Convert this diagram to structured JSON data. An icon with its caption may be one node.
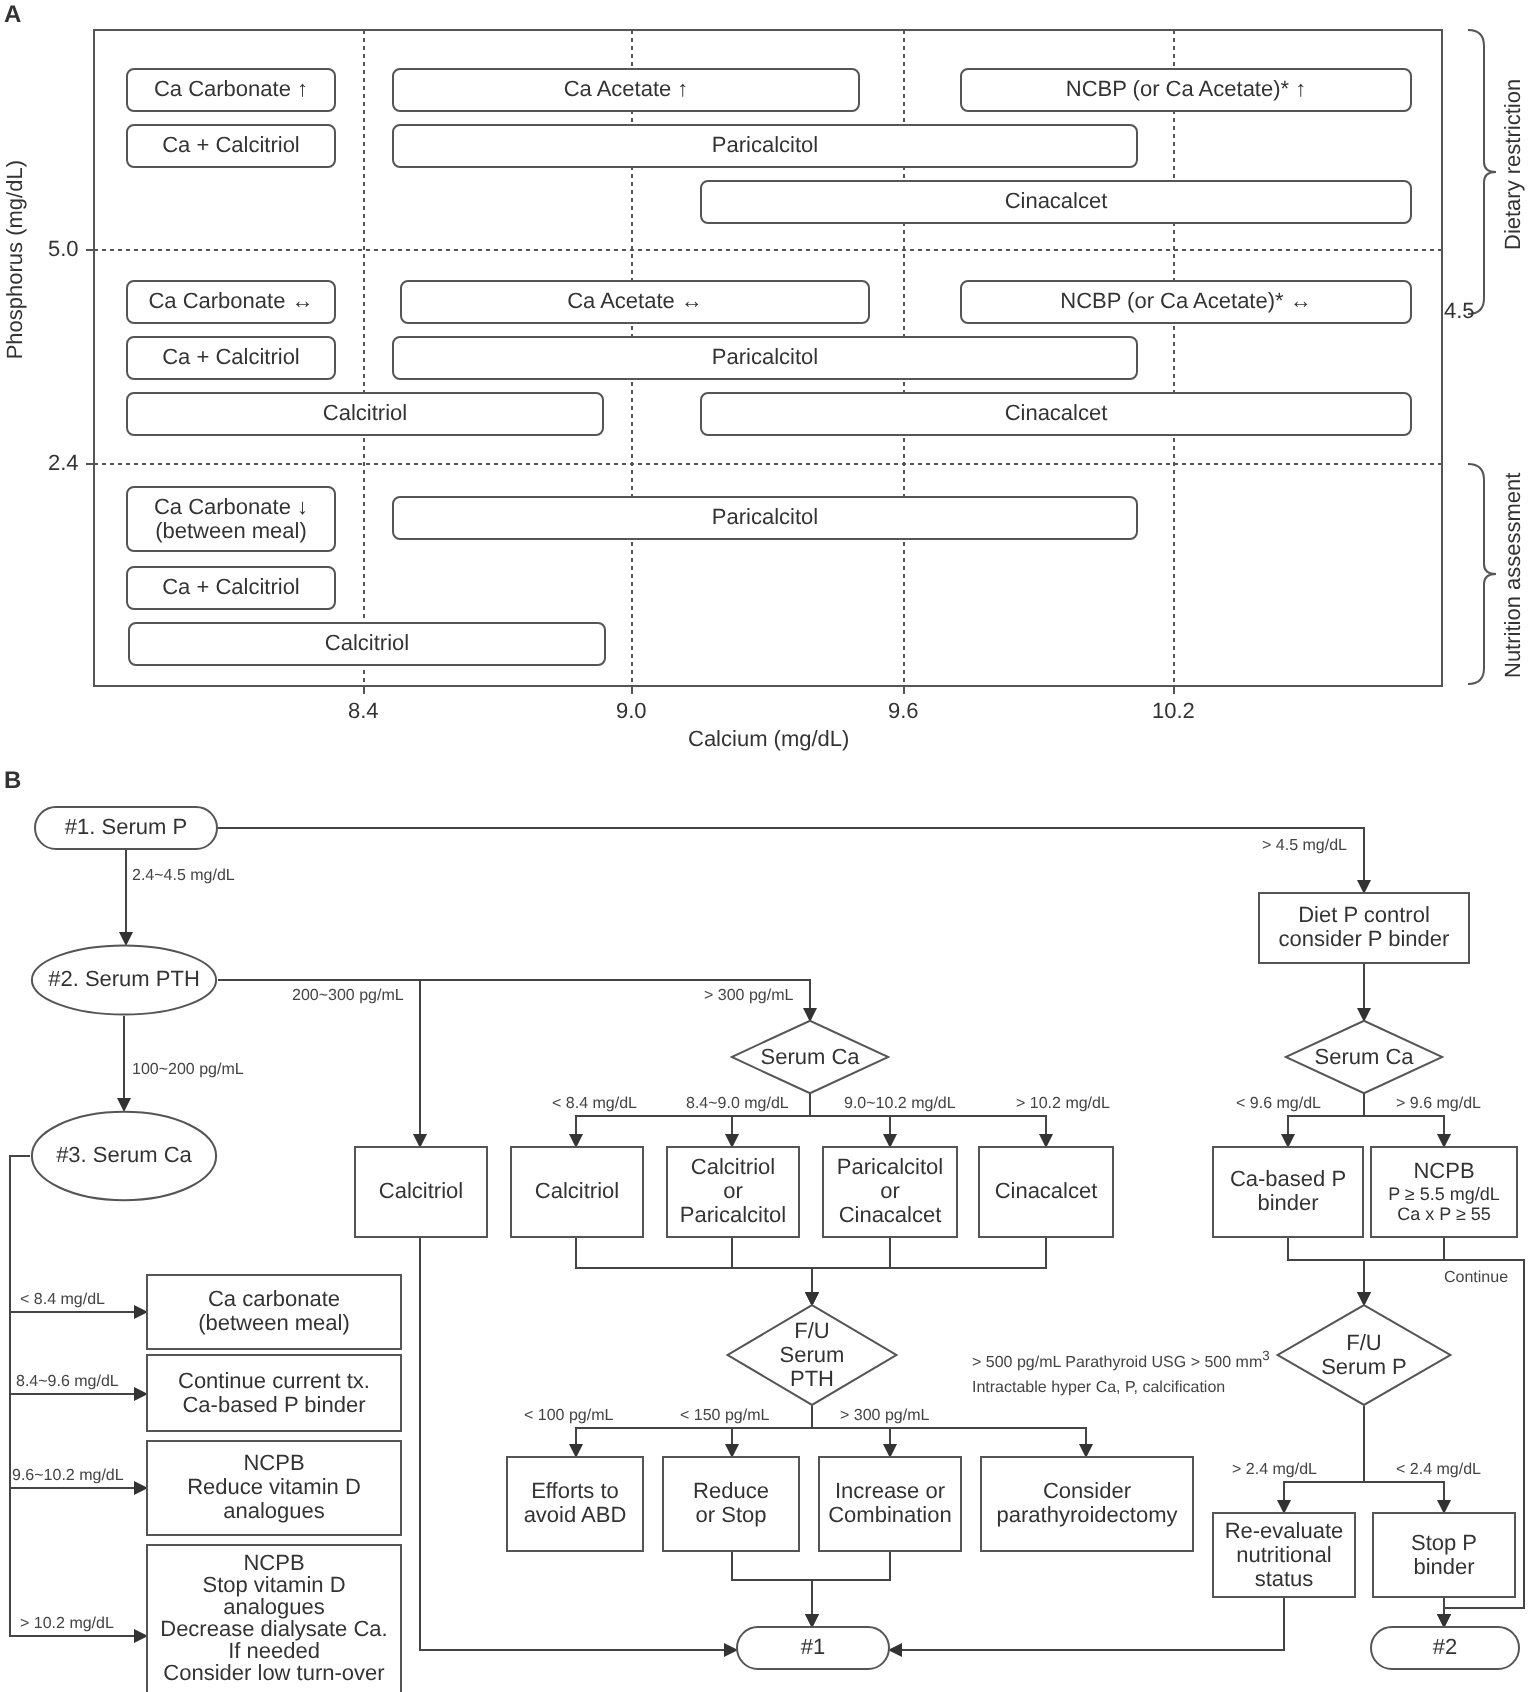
{
  "diagram": {
    "nodes": [
      {
        "text": [
          "Ca Carbonate ↑"
        ]
      },
      {
        "text": [
          "Ca Acetate ↑"
        ]
      },
      {
        "text": [
          "NCBP (or Ca Acetate)* ↑"
        ]
      },
      {
        "text": [
          "Ca + Calcitriol"
        ]
      },
      {
        "text": [
          "Paricalcitol"
        ]
      },
      {
        "text": [
          "Cinacalcet"
        ]
      },
      {
        "text": [
          "Ca Carbonate ↔"
        ]
      },
      {
        "text": [
          "Ca Acetate ↔"
        ]
      },
      {
        "text": [
          "NCBP (or Ca Acetate)* ↔"
        ]
      },
      {
        "text": [
          "Ca + Calcitriol"
        ]
      },
      {
        "text": [
          "Paricalcitol"
        ]
      },
      {
        "text": [
          "Calcitriol"
        ]
      },
      {
        "text": [
          "Cinacalcet"
        ]
      },
      {
        "text": [
          "Ca Carbonate ↓ (between meal)"
        ]
      },
      {
        "text": [
          "Paricalcitol"
        ]
      },
      {
        "text": [
          "Ca + Calcitriol"
        ]
      },
      {
        "text": [
          "Calcitriol"
        ]
      },
      {
        "text": [
          "#1. Serum P"
        ]
      },
      {
        "text": [
          "#2. Serum PTH"
        ]
      },
      {
        "text": [
          "#3. Serum Ca"
        ]
      },
      {
        "text": [
          "Diet P control consider P binder"
        ]
      },
      {
        "text": [
          "Serum Ca"
        ]
      },
      {
        "text": [
          "Serum Ca"
        ]
      },
      {
        "text": [
          "Calcitriol"
        ]
      },
      {
        "text": [
          "Calcitriol"
        ]
      },
      {
        "text": [
          "Calcitriol or Paricalcitol"
        ]
      },
      {
        "text": [
          "Paricalcitol or Cinacalcet"
        ]
      },
      {
        "text": [
          "Cinacalcet"
        ]
      },
      {
        "text": [
          "Ca-based P binder"
        ]
      },
      {
        "text": [
          "NCPB",
          "P ≥ 5.5 mg/dL",
          "Ca x P ≥ 55"
        ]
      },
      {
        "text": [
          "F/U Serum PTH"
        ]
      },
      {
        "text": [
          "F/U Serum P"
        ]
      },
      {
        "text": [
          "Ca carbonate (between meal)"
        ]
      },
      {
        "text": [
          "Continue current tx.",
          "Ca-based P binder"
        ]
      },
      {
        "text": [
          "NCPB",
          "Reduce vitamin D analogues"
        ]
      },
      {
        "text": [
          "NCPB",
          "Stop vitamin D analogues",
          "Decrease dialysate Ca.",
          "If needed",
          "Consider low turn-over"
        ]
      },
      {
        "text": [
          "Efforts to avoid ABD"
        ]
      },
      {
        "text": [
          "Reduce or Stop"
        ]
      },
      {
        "text": [
          "Increase or Combination"
        ]
      },
      {
        "text": [
          "Consider parathyroidectomy"
        ]
      },
      {
        "text": [
          "Re-evaluate nutritional status"
        ]
      },
      {
        "text": [
          "Stop P binder"
        ]
      },
      {
        "text": [
          "#1"
        ]
      },
      {
        "text": [
          "#2"
        ]
      }
    ],
    "edges": [
      {
        "from": 17,
        "to": 18,
        "arrow": "to",
        "label": "2.4~4.5 mg/dL"
      },
      {
        "from": 17,
        "to": 20,
        "arrow": "to",
        "label": "> 4.5 mg/dL"
      },
      {
        "from": 18,
        "to": 19,
        "arrow": "to",
        "label": "100~200 pg/mL"
      },
      {
        "from": 18,
        "to": 23,
        "arrow": "to",
        "label": "200~300 pg/mL"
      },
      {
        "from": 18,
        "to": 21,
        "arrow": "to",
        "label": "> 300 pg/mL"
      },
      {
        "from": 21,
        "to": 24,
        "arrow": "to",
        "label": "< 8.4 mg/dL"
      },
      {
        "from": 21,
        "to": 25,
        "arrow": "to",
        "label": "8.4~9.0 mg/dL"
      },
      {
        "from": 21,
        "to": 26,
        "arrow": "to",
        "label": "9.0~10.2 mg/dL"
      },
      {
        "from": 21,
        "to": 27,
        "arrow": "to",
        "label": "> 10.2 mg/dL"
      },
      {
        "from": 24,
        "to": 30,
        "arrow": "to"
      },
      {
        "from": 25,
        "to": 30,
        "arrow": "to"
      },
      {
        "from": 26,
        "to": 30,
        "arrow": "to"
      },
      {
        "from": 27,
        "to": 30,
        "arrow": "to"
      },
      {
        "from": 30,
        "to": 36,
        "arrow": "to",
        "label": "< 100 pg/mL"
      },
      {
        "from": 30,
        "to": 37,
        "arrow": "to",
        "label": "< 150 pg/mL"
      },
      {
        "from": 30,
        "to": 38,
        "arrow": "to",
        "label": "> 300 pg/mL"
      },
      {
        "from": 30,
        "to": 39,
        "arrow": "to",
        "label": "> 500 pg/mL Parathyroid USG > 500 mm$^{3}$ Intractable hyper Ca, P, calcification"
      },
      {
        "from": 37,
        "to": 42,
        "arrow": "to"
      },
      {
        "from": 38,
        "to": 42,
        "arrow": "to"
      },
      {
        "from": 23,
        "to": 42,
        "arrow": "to"
      },
      {
        "from": 40,
        "to": 42,
        "arrow": "to"
      },
      {
        "from": 20,
        "to": 22,
        "arrow": "to"
      },
      {
        "from": 22,
        "to": 28,
        "arrow": "to",
        "label": "< 9.6 mg/dL"
      },
      {
        "from": 22,
        "to": 29,
        "arrow": "to",
        "label": "> 9.6 mg/dL"
      },
      {
        "from": 28,
        "to": 31,
        "arrow": "to"
      },
      {
        "from": 29,
        "to": 31,
        "arrow": "to"
      },
      {
        "from": 31,
        "to": 40,
        "arrow": "to",
        "label": "> 2.4 mg/dL"
      },
      {
        "from": 31,
        "to": 41,
        "arrow": "to",
        "label": "< 2.4 mg/dL"
      },
      {
        "from": 41,
        "to": 43,
        "arrow": "to"
      },
      {
        "from": 29,
        "to": 43,
        "arrow": "to",
        "label": "Continue"
      },
      {
        "from": 28,
        "to": 43,
        "arrow": "to"
      },
      {
        "from": 19,
        "to": 32,
        "arrow": "to",
        "label": "< 8.4 mg/dL"
      },
      {
        "from": 19,
        "to": 33,
        "arrow": "to",
        "label": "8.4~9.6 mg/dL"
      },
      {
        "from": 19,
        "to": 34,
        "arrow": "to",
        "label": "9.6~10.2 mg/dL"
      },
      {
        "from": 19,
        "to": 35,
        "arrow": "to",
        "label": "> 10.2 mg/dL"
      }
    ],
    "labels": [
      "A",
      "Dietary restriction",
      "5.0",
      "4.5",
      "2.4",
      "Nutrition assessment",
      "Phosphorus (mg/dL)",
      "8.4",
      "9.0",
      "9.6",
      "10.2",
      "Calcium (mg/dL)",
      "B"
    ]
  }
}
